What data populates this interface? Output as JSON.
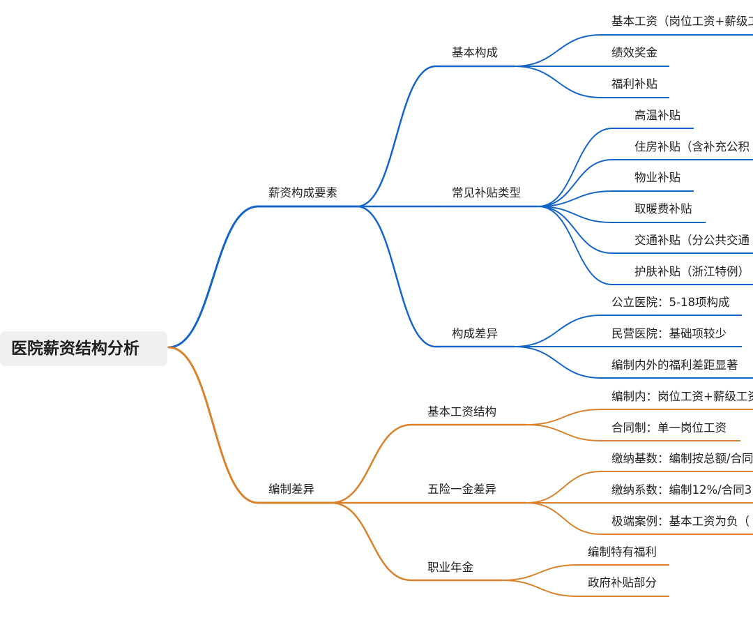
{
  "root": {
    "label": "医院薪资结构分析"
  },
  "colors": {
    "blue_branch": "#1565c8",
    "orange_branch": "#d9822b",
    "root_bg": "#efefef"
  },
  "branches": [
    {
      "label": "薪资构成要素",
      "children": [
        {
          "label": "基本构成",
          "items": [
            "基本工资（岗位工资+薪级工",
            "绩效奖金",
            "福利补贴"
          ]
        },
        {
          "label": "常见补贴类型",
          "items": [
            "高温补贴",
            "住房补贴（含补充公积",
            "物业补贴",
            "取暖费补贴",
            "交通补贴（分公共交通",
            "护肤补贴（浙江特例）"
          ]
        },
        {
          "label": "构成差异",
          "items": [
            "公立医院：5-18项构成",
            "民营医院：基础项较少",
            "编制内外的福利差距显著"
          ]
        }
      ]
    },
    {
      "label": "编制差异",
      "children": [
        {
          "label": "基本工资结构",
          "items": [
            "编制内：岗位工资+薪级工资",
            "合同制：单一岗位工资"
          ]
        },
        {
          "label": "五险一金差异",
          "items": [
            "缴纳基数：编制按总额/合同",
            "缴纳系数：编制12%/合同3",
            "极端案例：基本工资为负（"
          ]
        },
        {
          "label": "职业年金",
          "items": [
            "编制特有福利",
            "政府补贴部分"
          ]
        }
      ]
    }
  ]
}
